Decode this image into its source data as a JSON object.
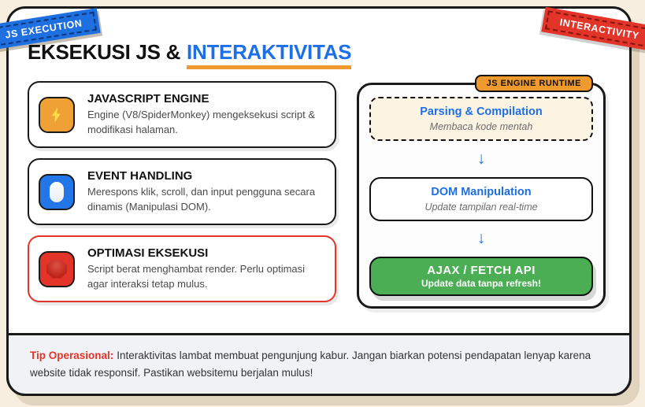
{
  "colors": {
    "background": "#F8EEDF",
    "blue": "#1D6FE8",
    "orange": "#F09A2E",
    "red": "#E3342A",
    "green": "#4BAE54",
    "dashed_box_bg": "#FDF3E3",
    "footer_bg": "#F1F2F5"
  },
  "ribbons": {
    "left": "JS EXECUTION",
    "right": "INTERACTIVITY"
  },
  "header": {
    "title_black": "EKSEKUSI JS &",
    "title_blue": "INTERAKTIVITAS"
  },
  "features": [
    {
      "icon": "lightning-icon",
      "icon_bg": "#F0A136",
      "title": "JAVASCRIPT ENGINE",
      "desc": "Engine (V8/SpiderMonkey) mengeksekusi script & modifikasi halaman."
    },
    {
      "icon": "mouse-icon",
      "icon_bg": "#2376E8",
      "title": "EVENT HANDLING",
      "desc": "Merespons klik, scroll, dan input pengguna secara dinamis (Manipulasi DOM)."
    },
    {
      "icon": "stop-icon",
      "icon_bg": "#E3342A",
      "title": "OPTIMASI EKSEKUSI",
      "desc": "Script berat menghambat render. Perlu optimasi agar interaksi tetap mulus."
    }
  ],
  "runtime": {
    "badge": "JS ENGINE RUNTIME",
    "arrow": "↓",
    "steps": [
      {
        "title": "Parsing & Compilation",
        "sub": "Membaca kode mentah"
      },
      {
        "title": "DOM Manipulation",
        "sub": "Update tampilan real-time"
      },
      {
        "title": "AJAX / FETCH API",
        "sub": "Update data tanpa refresh!"
      }
    ]
  },
  "footer": {
    "label": "Tip Operasional:",
    "text": "Interaktivitas lambat membuat pengunjung kabur. Jangan biarkan potensi pendapatan lenyap karena website tidak responsif. Pastikan websitemu berjalan mulus!"
  }
}
